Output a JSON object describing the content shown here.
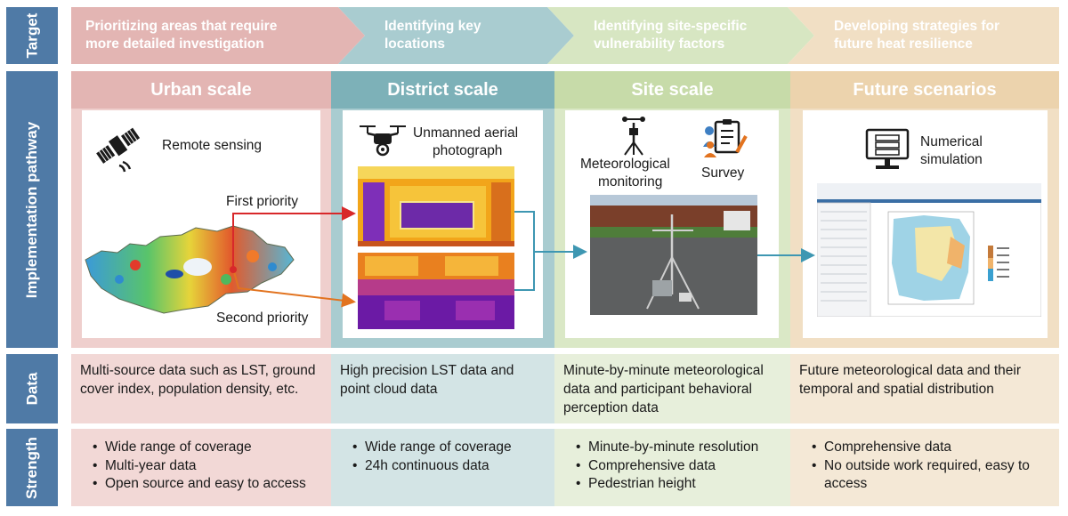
{
  "row_labels": {
    "target": "Target",
    "implementation": "Implementation pathway",
    "data": "Data",
    "strength": "Strength"
  },
  "targets": [
    {
      "line1": "Prioritizing areas that require",
      "line2": "more detailed investigation",
      "color": "#e3b5b3"
    },
    {
      "line1": "Identifying key",
      "line2": "locations",
      "color": "#a9ccd0"
    },
    {
      "line1": "Identifying site-specific",
      "line2": "vulnerability factors",
      "color": "#d7e6c2"
    },
    {
      "line1": "Developing strategies for",
      "line2": "future heat resilience",
      "color": "#f1dfc4"
    }
  ],
  "columns": [
    {
      "title": "Urban scale",
      "head_color": "#e3b5b3",
      "bg_color": "#efcfcd",
      "method": "Remote sensing",
      "first_priority": "First priority",
      "second_priority": "Second priority",
      "data_text": "Multi-source data such as LST, ground cover index, population density, etc.",
      "data_bg": "#f2d8d6",
      "strengths": [
        "Wide range of coverage",
        "Multi-year data",
        "Open source and easy to access"
      ],
      "str_bg": "#f2d8d6",
      "icon": "satellite-icon"
    },
    {
      "title": "District scale",
      "head_color": "#7db1b8",
      "bg_color": "#a9ccd0",
      "method_line1": "Unmanned aerial",
      "method_line2": "photograph",
      "data_text": "High precision LST data and point cloud data",
      "data_bg": "#d3e4e5",
      "strengths": [
        "Wide range of coverage",
        "24h continuous data"
      ],
      "str_bg": "#d3e4e5",
      "icon": "drone-icon"
    },
    {
      "title": "Site scale",
      "head_color": "#c7dba9",
      "bg_color": "#dae8c6",
      "method1_line1": "Meteorological",
      "method1_line2": "monitoring",
      "method2": "Survey",
      "data_text": "Minute-by-minute meteorological data and participant behavioral perception data",
      "data_bg": "#e7efdb",
      "strengths": [
        "Minute-by-minute resolution",
        "Comprehensive data",
        "Pedestrian height"
      ],
      "str_bg": "#e7efdb",
      "icon": "weather-station-icon"
    },
    {
      "title": "Future scenarios",
      "head_color": "#ecd3ad",
      "bg_color": "#f1dfc4",
      "method_line1": "Numerical",
      "method_line2": "simulation",
      "data_text": "Future meteorological data and their temporal and spatial distribution",
      "data_bg": "#f4e8d6",
      "strengths": [
        "Comprehensive data",
        "No outside work required, easy to access"
      ],
      "str_bg": "#f4e8d6",
      "icon": "computer-icon"
    }
  ],
  "colors": {
    "label_blue": "#4f7aa6",
    "arrow_red": "#d8282a",
    "arrow_orange": "#e2731f",
    "arrow_teal": "#3e97b2"
  }
}
